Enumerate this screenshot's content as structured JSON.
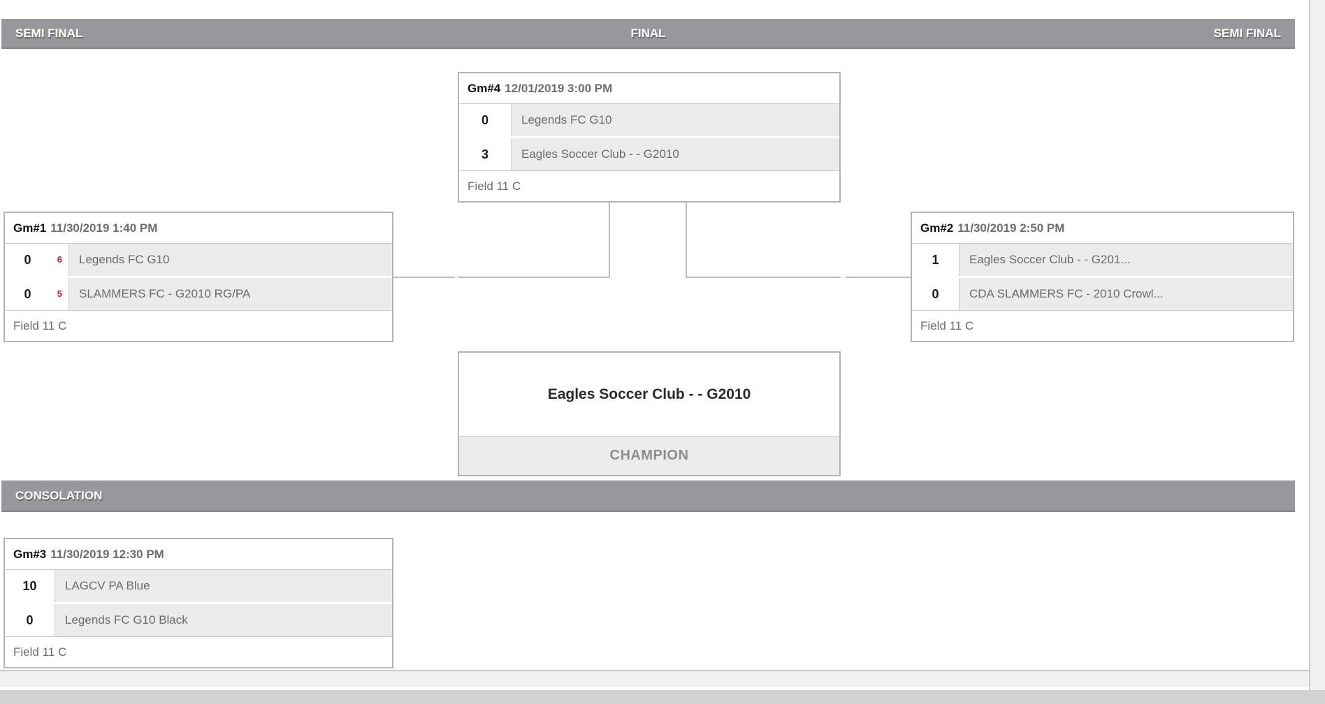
{
  "bars": {
    "semi_final_left": "SEMI FINAL",
    "final": "FINAL",
    "semi_final_right": "SEMI FINAL",
    "consolation": "CONSOLATION"
  },
  "games": {
    "gm1": {
      "number": "Gm#1",
      "datetime": "11/30/2019 1:40 PM",
      "field": "Field 11 C",
      "teams": [
        {
          "score": "0",
          "pk": "6",
          "name": "Legends FC G10"
        },
        {
          "score": "0",
          "pk": "5",
          "name": "SLAMMERS FC - G2010 RG/PA"
        }
      ]
    },
    "gm2": {
      "number": "Gm#2",
      "datetime": "11/30/2019 2:50 PM",
      "field": "Field 11 C",
      "teams": [
        {
          "score": "1",
          "name": "Eagles Soccer Club - - G201..."
        },
        {
          "score": "0",
          "name": "CDA SLAMMERS FC - 2010 Crowl..."
        }
      ]
    },
    "gm3": {
      "number": "Gm#3",
      "datetime": "11/30/2019 12:30 PM",
      "field": "Field 11 C",
      "teams": [
        {
          "score": "10",
          "name": "LAGCV PA Blue"
        },
        {
          "score": "0",
          "name": "Legends FC G10 Black"
        }
      ]
    },
    "gm4": {
      "number": "Gm#4",
      "datetime": "12/01/2019 3:00 PM",
      "field": "Field 11 C",
      "teams": [
        {
          "score": "0",
          "name": "Legends FC G10"
        },
        {
          "score": "3",
          "name": "Eagles Soccer Club - - G2010"
        }
      ]
    }
  },
  "champion": {
    "team_name": "Eagles Soccer Club - - G2010",
    "label": "CHAMPION"
  },
  "colors": {
    "section_bar_gray": "#98979b",
    "box_border_gray": "#b3b3b3",
    "team_row_bg": "#ebebeb",
    "muted_text_gray": "#6b6b6b",
    "pk_red": "#e8121a",
    "connector_gray": "#bdbdbd",
    "gutter_bg": "#f0f0f0",
    "bottom_bar_gray": "#d2d2d2"
  }
}
